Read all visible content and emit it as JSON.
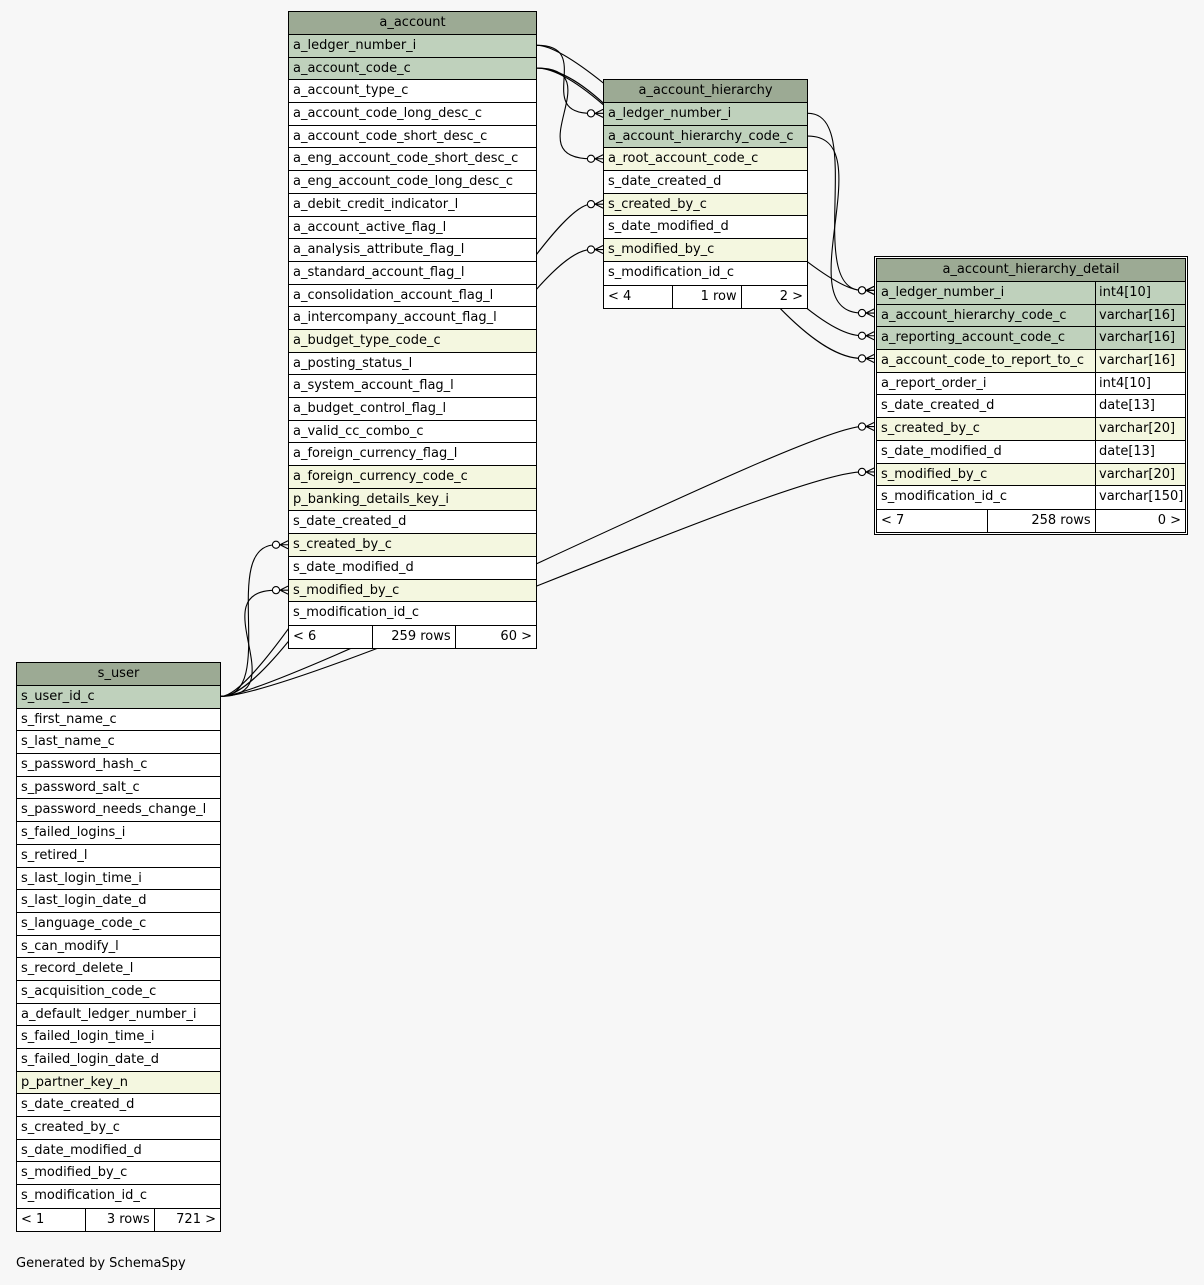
{
  "tables": [
    {
      "id": "a_account",
      "name": "a_account",
      "focus": false,
      "columns": [
        {
          "name": "a_ledger_number_i",
          "kind": "pk"
        },
        {
          "name": "a_account_code_c",
          "kind": "pk"
        },
        {
          "name": "a_account_type_c",
          "kind": "plain"
        },
        {
          "name": "a_account_code_long_desc_c",
          "kind": "plain"
        },
        {
          "name": "a_account_code_short_desc_c",
          "kind": "plain"
        },
        {
          "name": "a_eng_account_code_short_desc_c",
          "kind": "plain"
        },
        {
          "name": "a_eng_account_code_long_desc_c",
          "kind": "plain"
        },
        {
          "name": "a_debit_credit_indicator_l",
          "kind": "plain"
        },
        {
          "name": "a_account_active_flag_l",
          "kind": "plain"
        },
        {
          "name": "a_analysis_attribute_flag_l",
          "kind": "plain"
        },
        {
          "name": "a_standard_account_flag_l",
          "kind": "plain"
        },
        {
          "name": "a_consolidation_account_flag_l",
          "kind": "plain"
        },
        {
          "name": "a_intercompany_account_flag_l",
          "kind": "plain"
        },
        {
          "name": "a_budget_type_code_c",
          "kind": "fk"
        },
        {
          "name": "a_posting_status_l",
          "kind": "plain"
        },
        {
          "name": "a_system_account_flag_l",
          "kind": "plain"
        },
        {
          "name": "a_budget_control_flag_l",
          "kind": "plain"
        },
        {
          "name": "a_valid_cc_combo_c",
          "kind": "plain"
        },
        {
          "name": "a_foreign_currency_flag_l",
          "kind": "plain"
        },
        {
          "name": "a_foreign_currency_code_c",
          "kind": "fk"
        },
        {
          "name": "p_banking_details_key_i",
          "kind": "fk"
        },
        {
          "name": "s_date_created_d",
          "kind": "plain"
        },
        {
          "name": "s_created_by_c",
          "kind": "fk"
        },
        {
          "name": "s_date_modified_d",
          "kind": "plain"
        },
        {
          "name": "s_modified_by_c",
          "kind": "fk"
        },
        {
          "name": "s_modification_id_c",
          "kind": "plain"
        }
      ],
      "footer": [
        "< 6",
        "259 rows",
        "60 >"
      ]
    },
    {
      "id": "a_account_hierarchy",
      "name": "a_account_hierarchy",
      "focus": false,
      "columns": [
        {
          "name": "a_ledger_number_i",
          "kind": "pk"
        },
        {
          "name": "a_account_hierarchy_code_c",
          "kind": "pk"
        },
        {
          "name": "a_root_account_code_c",
          "kind": "fk"
        },
        {
          "name": "s_date_created_d",
          "kind": "plain"
        },
        {
          "name": "s_created_by_c",
          "kind": "fk"
        },
        {
          "name": "s_date_modified_d",
          "kind": "plain"
        },
        {
          "name": "s_modified_by_c",
          "kind": "fk"
        },
        {
          "name": "s_modification_id_c",
          "kind": "plain"
        }
      ],
      "footer": [
        "< 4",
        "1 row",
        "2 >"
      ]
    },
    {
      "id": "a_account_hierarchy_detail",
      "name": "a_account_hierarchy_detail",
      "focus": true,
      "columns": [
        {
          "name": "a_ledger_number_i",
          "type": "int4[10]",
          "kind": "pk"
        },
        {
          "name": "a_account_hierarchy_code_c",
          "type": "varchar[16]",
          "kind": "pk"
        },
        {
          "name": "a_reporting_account_code_c",
          "type": "varchar[16]",
          "kind": "pk"
        },
        {
          "name": "a_account_code_to_report_to_c",
          "type": "varchar[16]",
          "kind": "fk"
        },
        {
          "name": "a_report_order_i",
          "type": "int4[10]",
          "kind": "plain"
        },
        {
          "name": "s_date_created_d",
          "type": "date[13]",
          "kind": "plain"
        },
        {
          "name": "s_created_by_c",
          "type": "varchar[20]",
          "kind": "fk"
        },
        {
          "name": "s_date_modified_d",
          "type": "date[13]",
          "kind": "plain"
        },
        {
          "name": "s_modified_by_c",
          "type": "varchar[20]",
          "kind": "fk"
        },
        {
          "name": "s_modification_id_c",
          "type": "varchar[150]",
          "kind": "plain"
        }
      ],
      "footer": [
        "< 7",
        "258 rows",
        "0 >"
      ]
    },
    {
      "id": "s_user",
      "name": "s_user",
      "focus": false,
      "columns": [
        {
          "name": "s_user_id_c",
          "kind": "pk"
        },
        {
          "name": "s_first_name_c",
          "kind": "plain"
        },
        {
          "name": "s_last_name_c",
          "kind": "plain"
        },
        {
          "name": "s_password_hash_c",
          "kind": "plain"
        },
        {
          "name": "s_password_salt_c",
          "kind": "plain"
        },
        {
          "name": "s_password_needs_change_l",
          "kind": "plain"
        },
        {
          "name": "s_failed_logins_i",
          "kind": "plain"
        },
        {
          "name": "s_retired_l",
          "kind": "plain"
        },
        {
          "name": "s_last_login_time_i",
          "kind": "plain"
        },
        {
          "name": "s_last_login_date_d",
          "kind": "plain"
        },
        {
          "name": "s_language_code_c",
          "kind": "plain"
        },
        {
          "name": "s_can_modify_l",
          "kind": "plain"
        },
        {
          "name": "s_record_delete_l",
          "kind": "plain"
        },
        {
          "name": "s_acquisition_code_c",
          "kind": "plain"
        },
        {
          "name": "a_default_ledger_number_i",
          "kind": "plain"
        },
        {
          "name": "s_failed_login_time_i",
          "kind": "plain"
        },
        {
          "name": "s_failed_login_date_d",
          "kind": "plain"
        },
        {
          "name": "p_partner_key_n",
          "kind": "fk"
        },
        {
          "name": "s_date_created_d",
          "kind": "plain"
        },
        {
          "name": "s_created_by_c",
          "kind": "plain"
        },
        {
          "name": "s_date_modified_d",
          "kind": "plain"
        },
        {
          "name": "s_modified_by_c",
          "kind": "plain"
        },
        {
          "name": "s_modification_id_c",
          "kind": "plain"
        }
      ],
      "footer": [
        "< 1",
        "3 rows",
        "721 >"
      ]
    }
  ],
  "relationships": [
    {
      "from_table": "a_account",
      "from_col": 0,
      "to_table": "a_account_hierarchy",
      "to_col": 0
    },
    {
      "from_table": "a_account",
      "from_col": 1,
      "to_table": "a_account_hierarchy",
      "to_col": 2
    },
    {
      "from_table": "a_account",
      "from_col": 0,
      "to_table": "a_account_hierarchy_detail",
      "to_col": 0
    },
    {
      "from_table": "a_account",
      "from_col": 1,
      "to_table": "a_account_hierarchy_detail",
      "to_col": 2
    },
    {
      "from_table": "a_account",
      "from_col": 1,
      "to_table": "a_account_hierarchy_detail",
      "to_col": 3
    },
    {
      "from_table": "a_account_hierarchy",
      "from_col": 0,
      "to_table": "a_account_hierarchy_detail",
      "to_col": 0
    },
    {
      "from_table": "a_account_hierarchy",
      "from_col": 1,
      "to_table": "a_account_hierarchy_detail",
      "to_col": 1
    },
    {
      "from_table": "s_user",
      "from_col": 0,
      "to_table": "a_account",
      "to_col": 22
    },
    {
      "from_table": "s_user",
      "from_col": 0,
      "to_table": "a_account",
      "to_col": 24
    },
    {
      "from_table": "s_user",
      "from_col": 0,
      "to_table": "a_account_hierarchy",
      "to_col": 4
    },
    {
      "from_table": "s_user",
      "from_col": 0,
      "to_table": "a_account_hierarchy",
      "to_col": 6
    },
    {
      "from_table": "s_user",
      "from_col": 0,
      "to_table": "a_account_hierarchy_detail",
      "to_col": 6
    },
    {
      "from_table": "s_user",
      "from_col": 0,
      "to_table": "a_account_hierarchy_detail",
      "to_col": 8
    }
  ],
  "generated_by": "Generated by SchemaSpy"
}
